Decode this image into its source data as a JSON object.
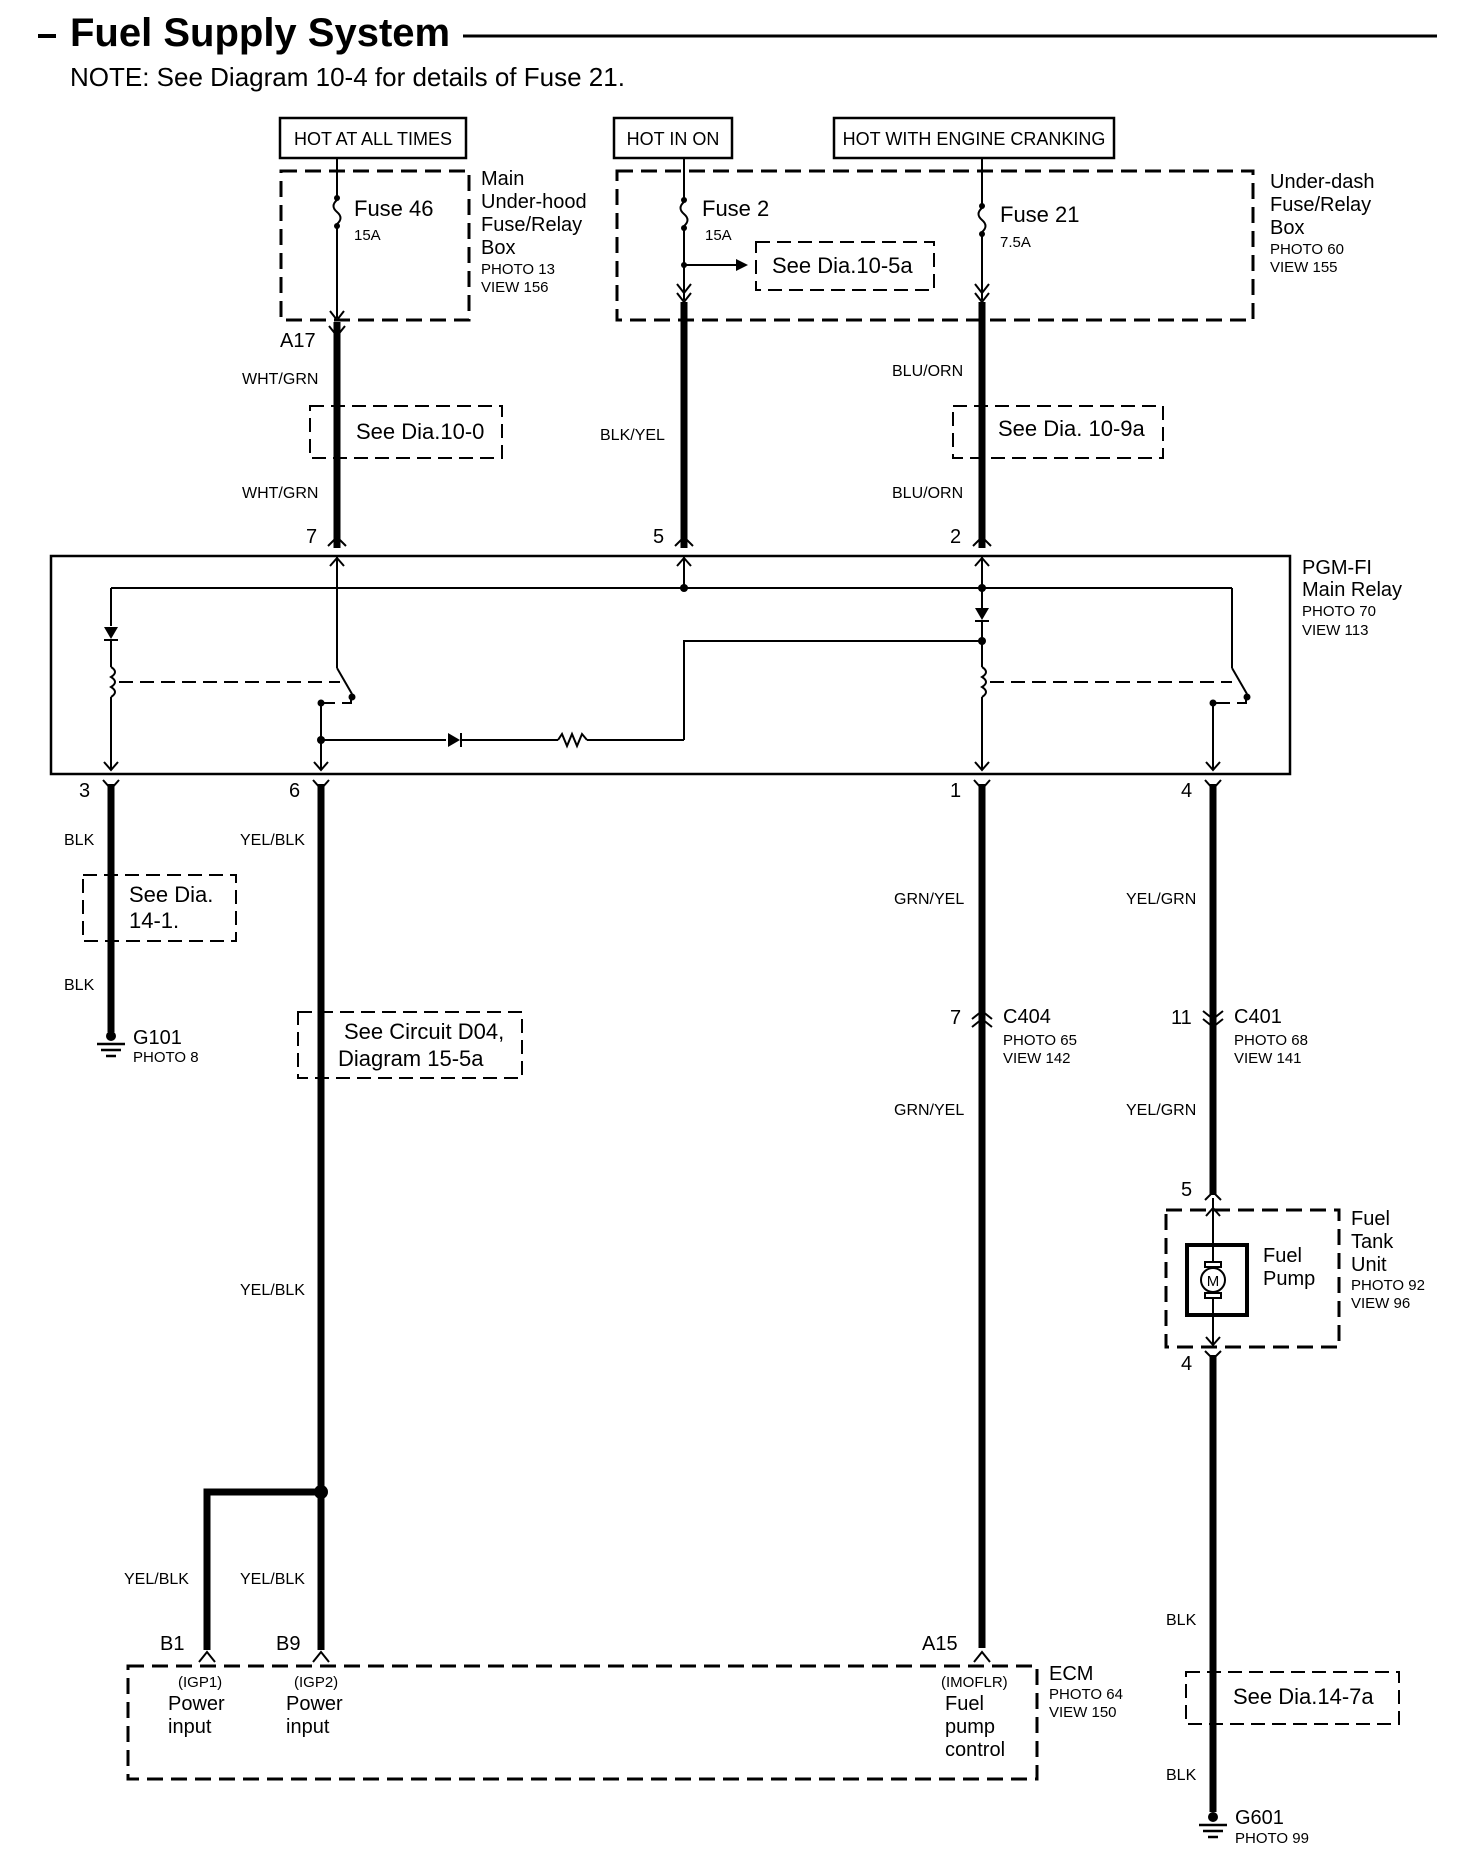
{
  "title": "Fuel Supply System",
  "note": "NOTE: See Diagram 10-4 for details of Fuse 21.",
  "power_sources": {
    "hot_at_all_times": "HOT AT ALL TIMES",
    "hot_in_on": "HOT IN ON",
    "hot_cranking": "HOT WITH ENGINE CRANKING"
  },
  "under_hood_box": {
    "lines": [
      "Main",
      "Under-hood",
      "Fuse/Relay",
      "Box"
    ],
    "photo": "PHOTO 13",
    "view": "VIEW 156",
    "fuse_name": "Fuse 46",
    "fuse_rating": "15A",
    "terminal": "A17"
  },
  "under_dash_box": {
    "lines": [
      "Under-dash",
      "Fuse/Relay",
      "Box"
    ],
    "photo": "PHOTO 60",
    "view": "VIEW 155",
    "fuse2_name": "Fuse 2",
    "fuse2_rating": "15A",
    "fuse21_name": "Fuse 21",
    "fuse21_rating": "7.5A",
    "ref": "See Dia.10-5a"
  },
  "refs": {
    "dia_10_0": "See Dia.10-0",
    "dia_10_9a": "See Dia.  10-9a",
    "dia_14_1": [
      "See Dia.",
      "14-1."
    ],
    "circuit_d04": [
      "See Circuit D04,",
      "Diagram 15-5a"
    ],
    "dia_14_7a": "See Dia.14-7a"
  },
  "wires": {
    "wht_grn": "WHT/GRN",
    "blk_yel": "BLK/YEL",
    "blu_orn": "BLU/ORN",
    "blk": "BLK",
    "yel_blk": "YEL/BLK",
    "grn_yel": "GRN/YEL",
    "yel_grn": "YEL/GRN"
  },
  "relay": {
    "lines": [
      "PGM-FI",
      "Main Relay"
    ],
    "photo": "PHOTO 70",
    "view": "VIEW 113",
    "pins_top": [
      "7",
      "5",
      "2"
    ],
    "pins_bottom": [
      "3",
      "6",
      "1",
      "4"
    ]
  },
  "grounds": {
    "g101": "G101",
    "g101_photo": "PHOTO 8",
    "g601": "G601",
    "g601_photo": "PHOTO 99"
  },
  "connectors": {
    "c404_pin": "7",
    "c404": "C404",
    "c404_photo": "PHOTO 65",
    "c404_view": "VIEW 142",
    "c401_pin": "11",
    "c401": "C401",
    "c401_photo": "PHOTO 68",
    "c401_view": "VIEW 141"
  },
  "fuel_tank": {
    "lines": [
      "Fuel",
      "Tank",
      "Unit"
    ],
    "photo": "PHOTO 92",
    "view": "VIEW 96",
    "pump_lines": [
      "Fuel",
      "Pump"
    ],
    "motor": "M",
    "pin_top": "5",
    "pin_bottom": "4"
  },
  "ecm": {
    "name": "ECM",
    "photo": "PHOTO 64",
    "view": "VIEW 150",
    "pins": [
      "B1",
      "B9",
      "A15"
    ],
    "igp1": [
      "(IGP1)",
      "Power",
      "input"
    ],
    "igp2": [
      "(IGP2)",
      "Power",
      "input"
    ],
    "imoflr": [
      "(IMOFLR)",
      "Fuel",
      "pump",
      "control"
    ]
  }
}
